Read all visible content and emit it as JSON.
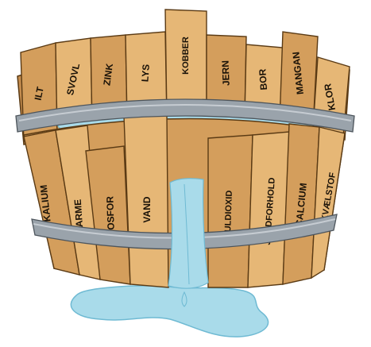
{
  "diagram": {
    "back_staves": [
      "ILT",
      "SVOVL",
      "ZINK",
      "LYS",
      "KOBBER",
      "JERN",
      "BOR",
      "MANGAN",
      "KLOR"
    ],
    "front_staves": [
      "KALIUM",
      "VARME",
      "FOSFOR",
      "VAND",
      "KULDIOXID",
      "JORDFORHOLD",
      "CALCIUM",
      "KVÆLSTOF"
    ]
  },
  "colors": {
    "wood_light": "#e6b776",
    "wood_mid": "#d49e5c",
    "wood_dark": "#a86f33",
    "outline": "#5a3a14",
    "water": "#a9dbea",
    "water_dark": "#6fbad3",
    "hoop": "#9aa3ab",
    "hoop_light": "#c6ccd2"
  }
}
